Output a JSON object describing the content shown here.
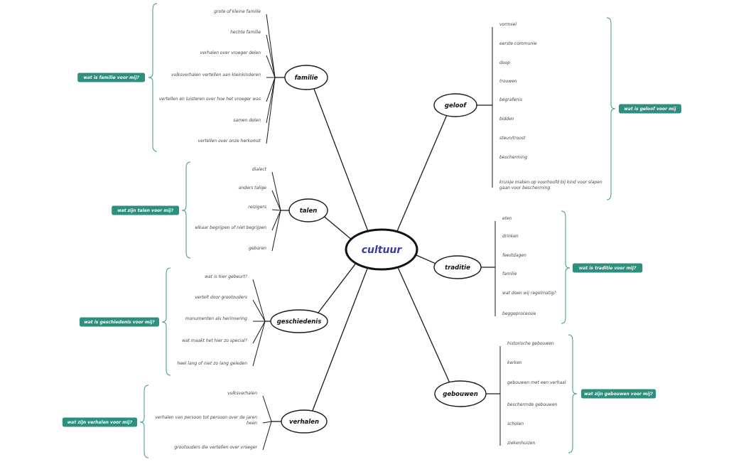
{
  "center": {
    "label": "cultuur"
  },
  "colors": {
    "accent": "#2f8f7f",
    "center_text": "#3a3aa0",
    "line": "#1a1a1a"
  },
  "branches": [
    {
      "label": "familie",
      "question": "wat is familie voor mij?",
      "leaves": [
        "grote of kleine familie",
        "hechte familie",
        "verhalen over vroeger delen",
        "volksverhalen vertellen aan kleinkinderen",
        "vertellen en luisteren over hoe het vroeger was",
        "samen delen",
        "vertellen over onze herkomst"
      ]
    },
    {
      "label": "talen",
      "question": "wat zijn talen voor mij?",
      "leaves": [
        "dialect",
        "anders talige",
        "reizigers",
        "elkaar begrijpen of niet begrijpen",
        "geboren"
      ]
    },
    {
      "label": "geschiedenis",
      "question": "wat is geschiedenis voor mij?",
      "leaves": [
        "wat is hier gebeurt?",
        "vertelt door grootouders",
        "monumenten als herinnering",
        "wat maakt het hier zo special?",
        "heel lang of niet zo lang geleden"
      ]
    },
    {
      "label": "verhalen",
      "question": "wat zijn verhalen voor mij?",
      "leaves": [
        "volksverhalen",
        [
          "verhalen van persoon tot persoon over de jaren",
          "heen"
        ],
        "grootouders die vertellen over vroeger"
      ]
    },
    {
      "label": "geloof",
      "question": "wat is geloof voor mij",
      "leaves": [
        "vormsel",
        "eerste communie",
        "doop",
        "trouwen",
        "begrafenis",
        "bidden",
        "steun/troost",
        "bescherming",
        [
          "kruisje maken op voorhoofd bij kind voor slapen",
          "gaan voor bescherming"
        ]
      ]
    },
    {
      "label": "traditie",
      "question": "wat is traditie voor mij?",
      "leaves": [
        "eten",
        "drinken",
        "feestdagen",
        "familie",
        "wat doen wij regelmatig?",
        "beggeprocessie"
      ]
    },
    {
      "label": "gebouwen",
      "question": "wat zijn gebouwen voor mij?",
      "leaves": [
        "historische gebouwen",
        "kerken",
        "gebouwen met een verhaal",
        "beschermde gebouwen",
        "scholen",
        "ziekenhuizen"
      ]
    }
  ]
}
